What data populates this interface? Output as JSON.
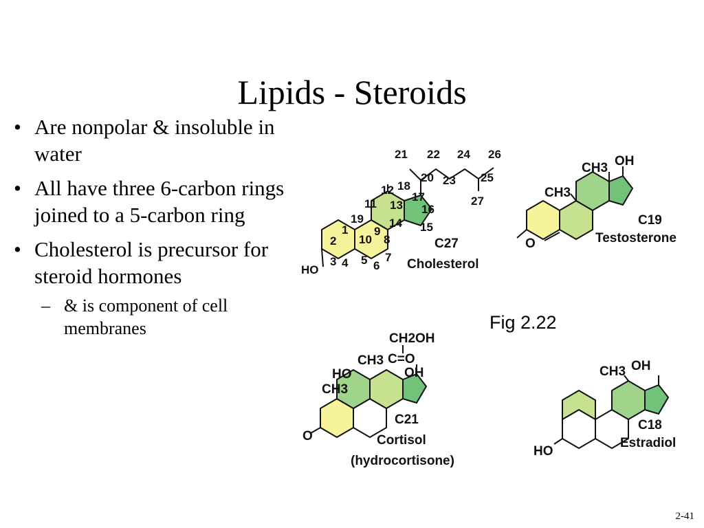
{
  "slide": {
    "title": "Lipids - Steroids",
    "bullets": [
      "Are nonpolar & insoluble in water",
      "All have three 6-carbon rings joined to a 5-carbon ring",
      "Cholesterol is precursor for steroid hormones"
    ],
    "sub_bullet": "& is component of cell membranes",
    "figure_caption": "Fig 2.22",
    "page_number": "2-41"
  },
  "molecules": {
    "cholesterol": {
      "name": "Cholesterol",
      "formula": "C27",
      "carbon_numbers": [
        "1",
        "2",
        "3",
        "4",
        "5",
        "6",
        "7",
        "8",
        "9",
        "10",
        "11",
        "12",
        "13",
        "14",
        "15",
        "16",
        "17",
        "18",
        "19",
        "20",
        "21",
        "22",
        "23",
        "24",
        "25",
        "26",
        "27"
      ],
      "ho": "HO"
    },
    "testosterone": {
      "name": "Testosterone",
      "formula": "C19",
      "ch3_a": "CH3",
      "ch3_b": "CH3",
      "oh": "OH",
      "o": "O"
    },
    "cortisol": {
      "name": "Cortisol",
      "alt_name": "(hydrocortisone)",
      "formula": "C21",
      "ch2oh": "CH2OH",
      "co": "C=O",
      "ch3_a": "CH3",
      "ch3_b": "CH3",
      "ho": "HO",
      "oh": "OH",
      "o": "O"
    },
    "estradiol": {
      "name": "Estradiol",
      "formula": "C18",
      "ch3": "CH3",
      "oh": "OH",
      "ho": "HO"
    }
  },
  "colors": {
    "ring_a": "#f6f39b",
    "ring_b": "#c6e18f",
    "ring_c": "#9fd48a",
    "ring_d": "#72c27a",
    "stroke": "#111111"
  }
}
